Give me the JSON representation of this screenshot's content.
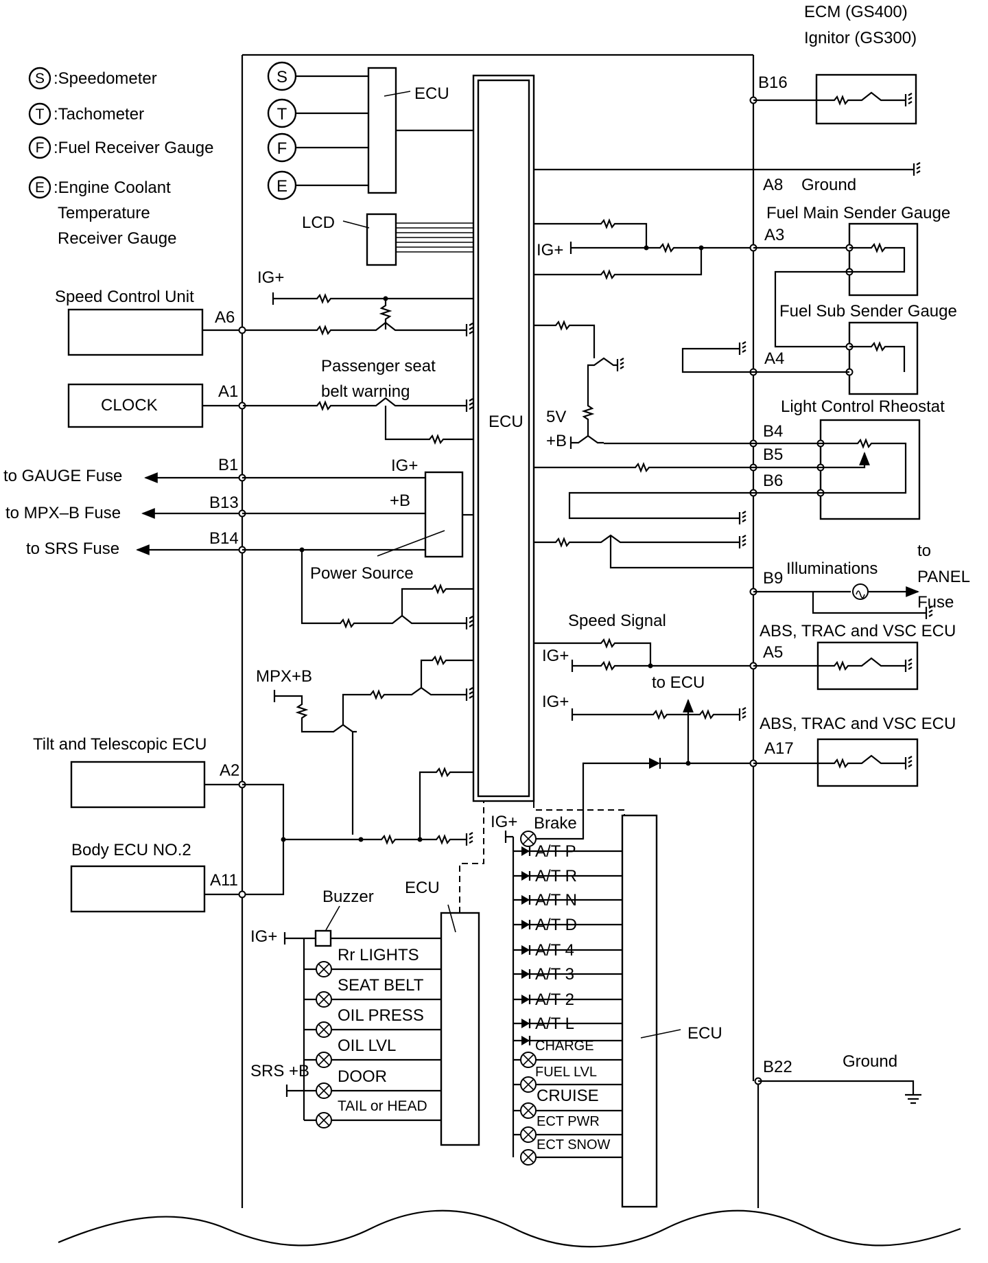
{
  "legend": [
    {
      "symbol": "S",
      "text": ":Speedometer"
    },
    {
      "symbol": "T",
      "text": ":Tachometer"
    },
    {
      "symbol": "F",
      "text": ":Fuel Receiver Gauge"
    },
    {
      "symbol": "E",
      "text": ":Engine Coolant"
    }
  ],
  "legend_extra": [
    "Temperature",
    "Receiver Gauge"
  ],
  "labels": {
    "ecm_line1": "ECM (GS400)",
    "ecm_line2": "Ignitor (GS300)",
    "ecu_gauge": "ECU",
    "ecu_main": "ECU",
    "lcd": "LCD",
    "ig_plus": "IG+",
    "plus_b": "+B",
    "five_v": "5V",
    "speed_control_unit": "Speed Control Unit",
    "passenger_seat_1": "Passenger seat",
    "passenger_seat_2": "belt warning",
    "clock": "CLOCK",
    "to_gauge_fuse": "to GAUGE Fuse",
    "to_mpx_b_fuse": "to MPX–B Fuse",
    "to_srs_fuse": "to SRS Fuse",
    "power_source": "Power Source",
    "mpx_plus_b": "MPX+B",
    "tilt_ecu": "Tilt and Telescopic ECU",
    "body_ecu": "Body ECU NO.2",
    "buzzer": "Buzzer",
    "ecu_warn": "ECU",
    "srs_plus_b": "SRS +B",
    "brake": "Brake",
    "ecu_at": "ECU",
    "ground_a8": "Ground",
    "fuel_main": "Fuel Main Sender Gauge",
    "fuel_sub": "Fuel Sub Sender Gauge",
    "light_rheostat": "Light Control Rheostat",
    "illuminations": "Illuminations",
    "to_panel_1": "to",
    "to_panel_2": "PANEL",
    "to_panel_3": "Fuse",
    "speed_signal": "Speed Signal",
    "abs1": "ABS, TRAC and VSC ECU",
    "abs2": "ABS, TRAC and VSC ECU",
    "to_ecu": "to ECU",
    "ground_b22": "Ground"
  },
  "pins": {
    "a6": "A6",
    "a1": "A1",
    "b1": "B1",
    "b13": "B13",
    "b14": "B14",
    "a2": "A2",
    "a11": "A11",
    "b16": "B16",
    "a8": "A8",
    "a3": "A3",
    "a4": "A4",
    "b4": "B4",
    "b5": "B5",
    "b6": "B6",
    "b9": "B9",
    "a5": "A5",
    "a17": "A17",
    "b22": "B22"
  },
  "warning_lamps": [
    "Rr LIGHTS",
    "SEAT BELT",
    "OIL PRESS",
    "OIL LVL",
    "DOOR",
    "TAIL or HEAD"
  ],
  "indicator_lamps": [
    "A/T P",
    "A/T R",
    "A/T N",
    "A/T D",
    "A/T 4",
    "A/T 3",
    "A/T 2",
    "A/T L",
    "CHARGE",
    "FUEL LVL",
    "CRUISE",
    "ECT PWR",
    "ECT SNOW"
  ]
}
